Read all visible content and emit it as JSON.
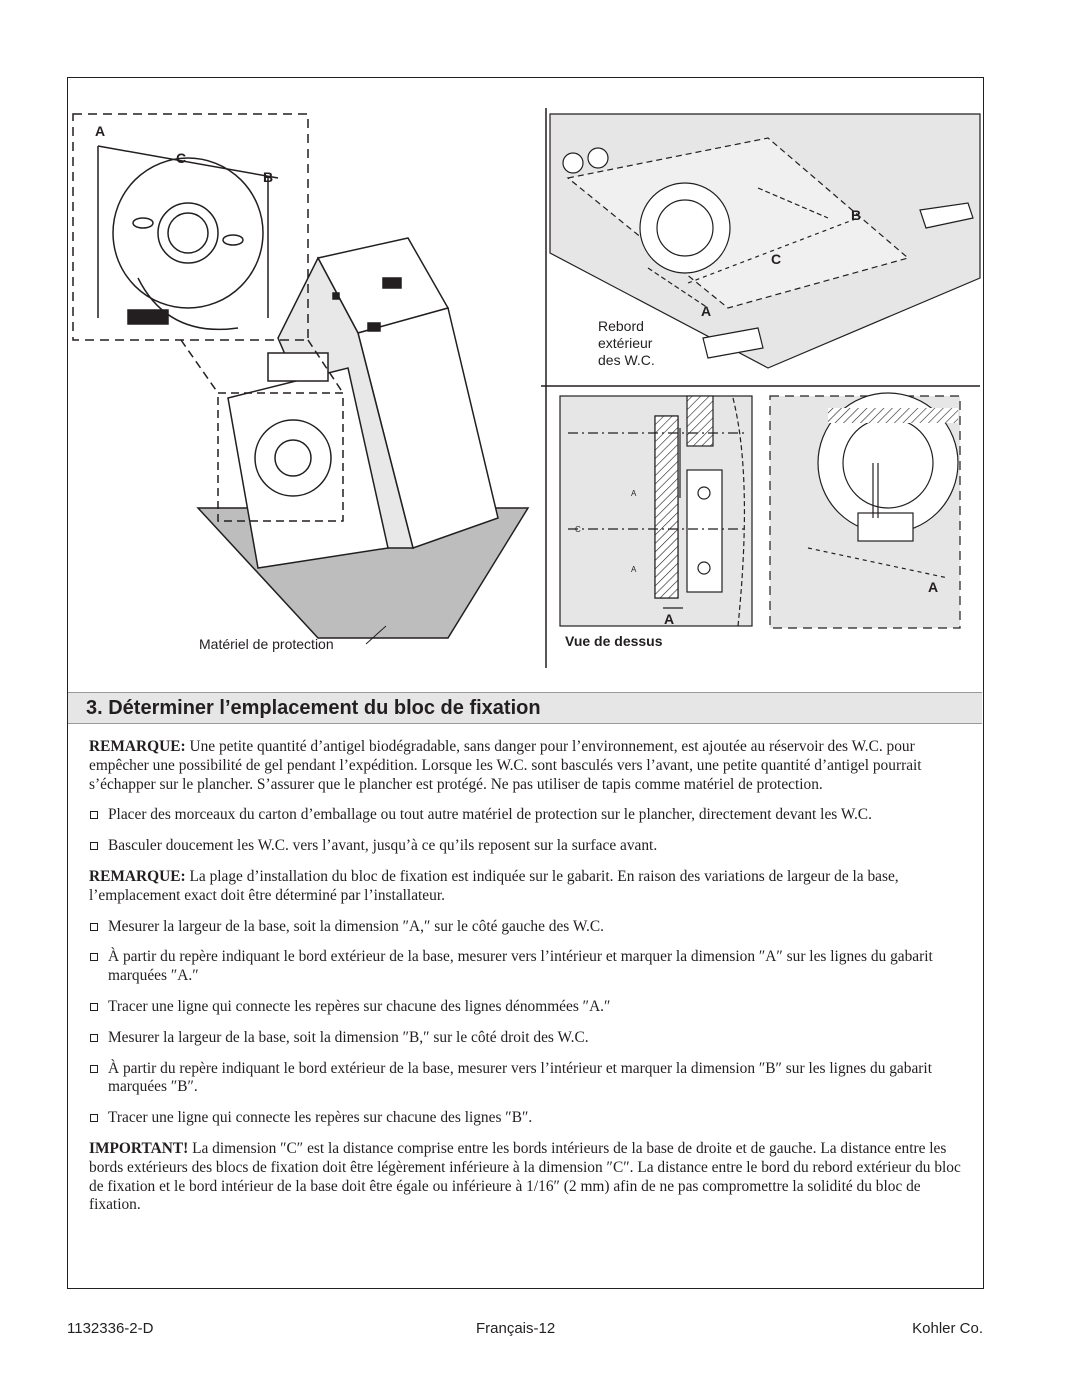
{
  "figure": {
    "left": {
      "label_a": "A",
      "label_c": "C",
      "label_b": "B",
      "caption": "Matériel de protection"
    },
    "top_right": {
      "label_b": "B",
      "label_c": "C",
      "label_a": "A",
      "caption_line1": "Rebord",
      "caption_line2": "extérieur",
      "caption_line3": "des W.C."
    },
    "bottom_left_detail": {
      "small_a1": "A",
      "small_c": "C",
      "small_a2": "A",
      "label_a": "A",
      "caption": "Vue de dessus"
    },
    "bottom_right_detail": {
      "label_a": "A"
    }
  },
  "heading": "3. Déterminer l’emplacement du bloc de fixation",
  "notes": {
    "remarque1_label": "REMARQUE:",
    "remarque1_text": "Une petite quantité d’antigel biodégradable, sans danger pour l’environnement, est ajoutée au réservoir des W.C. pour empêcher une possibilité de gel pendant l’expédition. Lorsque les W.C. sont basculés vers l’avant, une petite quantité d’antigel pourrait s’échapper sur le plancher. S’assurer que le plancher est protégé. Ne pas utiliser de tapis comme matériel de protection.",
    "remarque2_label": "REMARQUE:",
    "remarque2_text": "La plage d’installation du bloc de fixation est indiquée sur le gabarit. En raison des variations de largeur de la base, l’emplacement exact doit être déterminé par l’installateur.",
    "important_label": "IMPORTANT!",
    "important_text": "La dimension ″C″ est la distance comprise entre les bords intérieurs de la base de droite et de gauche. La distance entre les bords extérieurs des blocs de fixation doit être légèrement inférieure à la dimension ″C″. La distance entre le bord du rebord extérieur du bloc de fixation et le bord intérieur de la base doit être égale ou inférieure à 1/16″ (2 mm) afin de ne pas compromettre la solidité du bloc de fixation."
  },
  "steps_group1": [
    "Placer des morceaux du carton d’emballage ou tout autre matériel de protection sur le plancher, directement devant les W.C.",
    "Basculer doucement les W.C. vers l’avant, jusqu’à ce qu’ils reposent sur la surface avant."
  ],
  "steps_group2": [
    "Mesurer la largeur de la base, soit la dimension ″A,″ sur le côté gauche des W.C.",
    "À partir du repère indiquant le bord extérieur de la base, mesurer vers l’intérieur et marquer la dimension ″A″ sur les lignes du gabarit marquées ″A.″",
    "Tracer une ligne qui connecte les repères sur chacune des lignes dénommées ″A.″",
    "Mesurer la largeur de la base, soit la dimension ″B,″ sur le côté droit des W.C.",
    "À partir du repère indiquant le bord extérieur de la base, mesurer vers l’intérieur et marquer la dimension ″B″ sur les lignes du gabarit marquées ″B″.",
    "Tracer une ligne qui connecte les repères sur chacune des lignes ″B″."
  ],
  "footer": {
    "doc_number": "1132336-2-D",
    "page": "Français-12",
    "company": "Kohler Co."
  }
}
